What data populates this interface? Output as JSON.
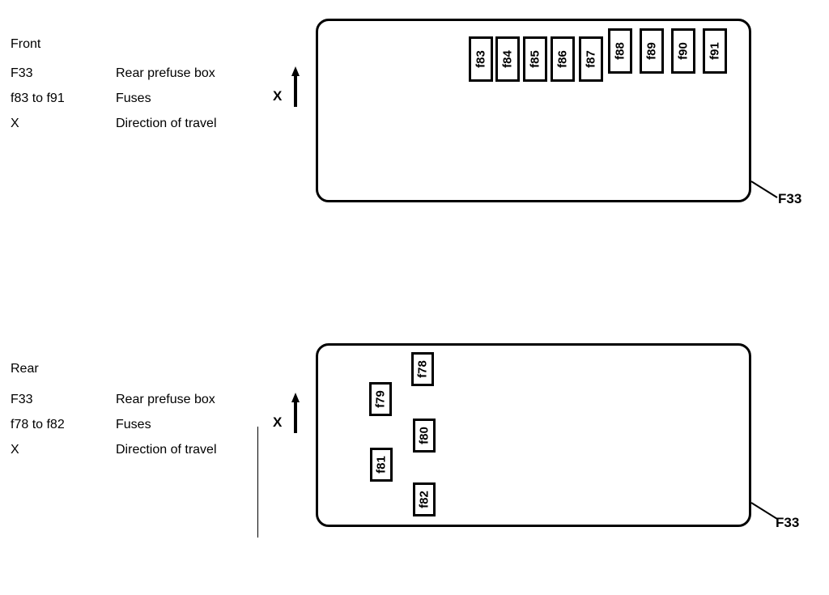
{
  "front": {
    "title": "Front",
    "legend": [
      {
        "code": "F33",
        "desc": "Rear prefuse box"
      },
      {
        "code": "f83 to f91",
        "desc": "Fuses"
      },
      {
        "code": "X",
        "desc": "Direction of travel"
      }
    ],
    "direction_label": "X",
    "box_label": "F33",
    "fuses": [
      "f83",
      "f84",
      "f85",
      "f86",
      "f87",
      "f88",
      "f89",
      "f90",
      "f91"
    ]
  },
  "rear": {
    "title": "Rear",
    "legend": [
      {
        "code": "F33",
        "desc": "Rear prefuse box"
      },
      {
        "code": "f78 to f82",
        "desc": "Fuses"
      },
      {
        "code": "X",
        "desc": "Direction of travel"
      }
    ],
    "direction_label": "X",
    "box_label": "F33",
    "fuses": [
      "f78",
      "f79",
      "f80",
      "f81",
      "f82"
    ]
  }
}
